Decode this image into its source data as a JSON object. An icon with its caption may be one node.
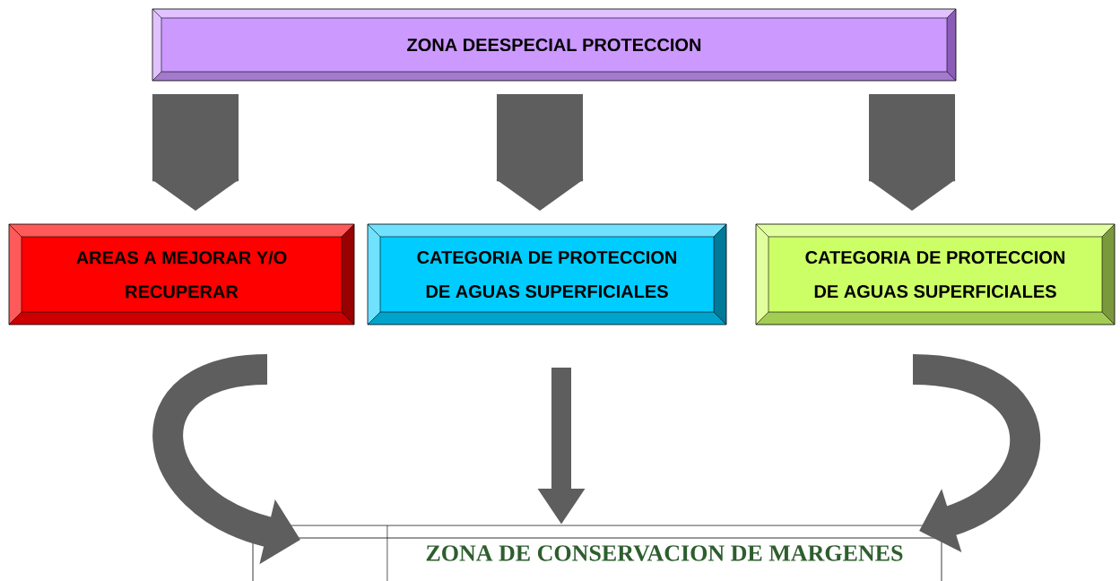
{
  "diagram": {
    "nodes": [
      {
        "text": [
          "ZONA DEESPECIAL PROTECCION"
        ]
      },
      {
        "text": [
          "AREAS A MEJORAR Y/O RECUPERAR"
        ]
      },
      {
        "text": [
          "CATEGORIA DE PROTECCION DE AGUAS SUPERFICIALES"
        ]
      },
      {
        "text": [
          "CATEGORIA DE PROTECCION DE AGUAS SUPERFICIALES"
        ]
      },
      {
        "text": [
          "ZONA DE CONSERVACION DE MARGENES"
        ]
      }
    ],
    "edges": [
      {
        "from": 0,
        "to": 1,
        "arrow": "to",
        "style": "thick"
      },
      {
        "from": 0,
        "to": 2,
        "arrow": "to",
        "style": "thick"
      },
      {
        "from": 0,
        "to": 3,
        "arrow": "to",
        "style": "thick"
      },
      {
        "from": 1,
        "to": 4,
        "arrow": "to"
      },
      {
        "from": 2,
        "to": 4,
        "arrow": "to"
      },
      {
        "from": 3,
        "to": 4,
        "arrow": "to"
      }
    ]
  }
}
